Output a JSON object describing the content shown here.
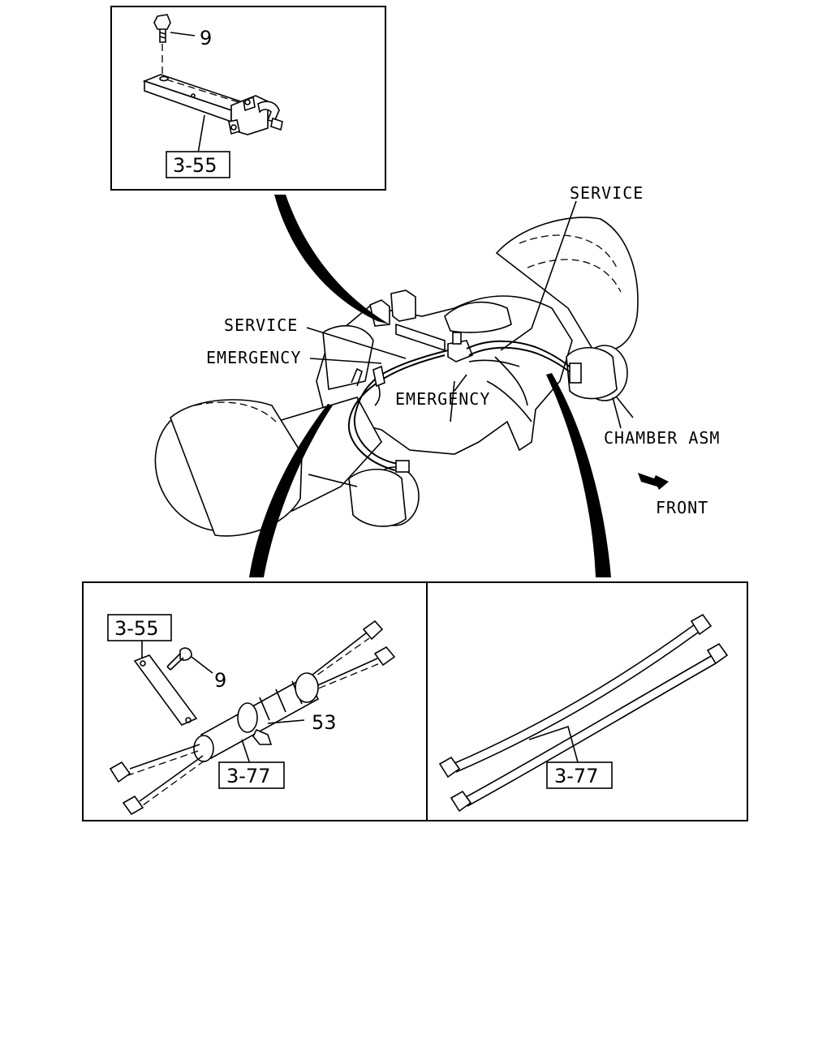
{
  "labels": {
    "service_upper": "SERVICE",
    "service_left": "SERVICE",
    "emergency_left": "EMERGENCY",
    "emergency_center": "EMERGENCY",
    "chamber": "CHAMBER ASM",
    "front": "FRONT"
  },
  "part_numbers": {
    "top_bolt": "9",
    "top_ref": "3-55",
    "left_ref": "3-55",
    "left_bolt": "9",
    "left_clip": "53",
    "left_hose": "3-77",
    "right_hose": "3-77"
  },
  "colors": {
    "ink": "#000000",
    "paper": "#ffffff"
  }
}
